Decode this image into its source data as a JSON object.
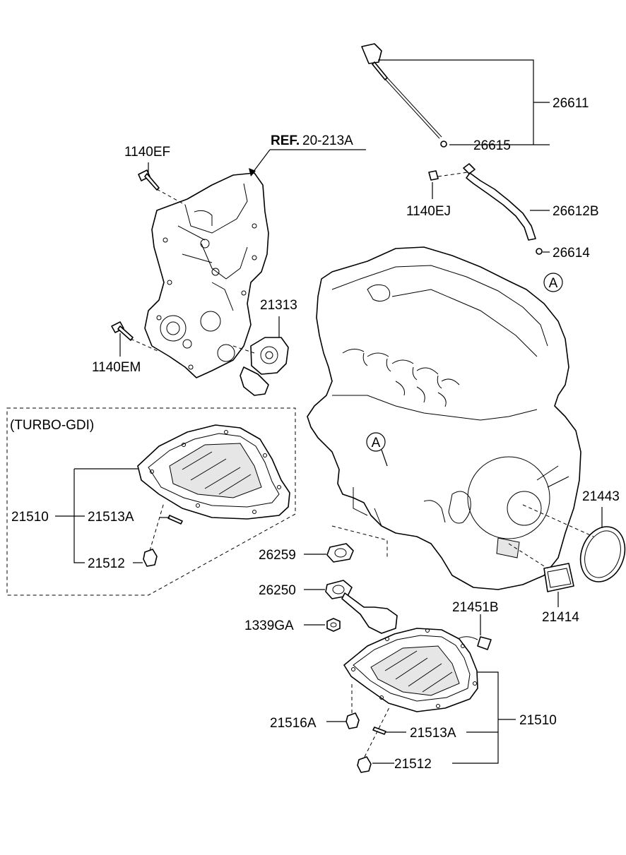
{
  "section_label": "(TURBO-GDI)",
  "ref": {
    "prefix": "REF.",
    "code": "20-213A"
  },
  "callout_A": "A",
  "parts": {
    "p26611": "26611",
    "p26615": "26615",
    "p26612B": "26612B",
    "p26614": "26614",
    "p1140EJ": "1140EJ",
    "p1140EF": "1140EF",
    "p1140EM": "1140EM",
    "p21313": "21313",
    "p21443": "21443",
    "p21414": "21414",
    "p26259": "26259",
    "p26250": "26250",
    "p1339GA": "1339GA",
    "p21451B": "21451B",
    "turbo_21510": "21510",
    "turbo_21513A": "21513A",
    "turbo_21512": "21512",
    "std_21510": "21510",
    "std_21516A": "21516A",
    "std_21513A": "21513A",
    "std_21512": "21512"
  }
}
